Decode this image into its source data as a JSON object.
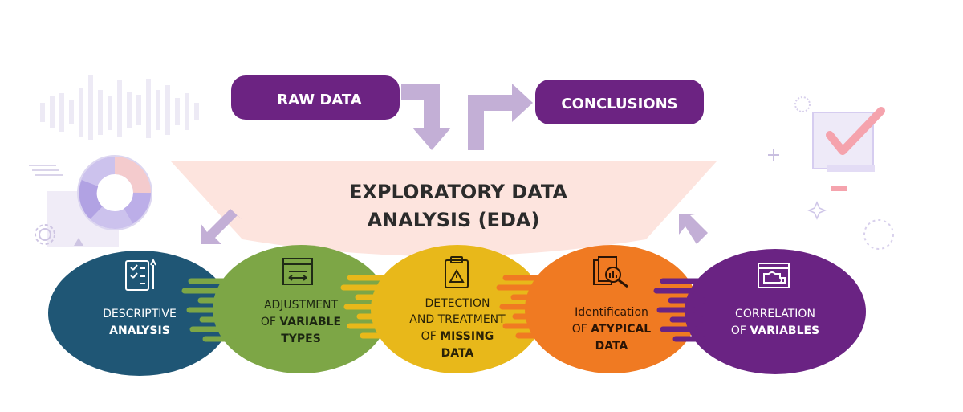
{
  "top": {
    "raw_data": "RAW DATA",
    "conclusions": "CONCLUSIONS"
  },
  "center": {
    "title_line1": "EXPLORATORY DATA",
    "title_line2": "ANALYSIS (EDA)"
  },
  "steps": [
    {
      "line1_light": "DESCRIPTIVE",
      "line2_bold": "ANALYSIS",
      "color": "#1f5675",
      "icon": "checklist-icon"
    },
    {
      "line1_light": "ADJUSTMENT",
      "line2_light": "OF",
      "line2_bold": "VARIABLE",
      "line3_bold": "TYPES",
      "color": "#7da646",
      "icon": "slider-window-icon"
    },
    {
      "line1_light": "DETECTION",
      "line2_light": "AND TREATMENT",
      "line3_light": "OF",
      "line3_bold": "MISSING",
      "line4_bold": "DATA",
      "color": "#e8b81a",
      "icon": "clipboard-warning-icon"
    },
    {
      "line1_light": "Identification",
      "line2_light": "OF",
      "line2_bold": "ATYPICAL",
      "line3_bold": "DATA",
      "color": "#f07a22",
      "icon": "magnifier-docs-icon"
    },
    {
      "line1_light": "CORRELATION",
      "line2_light": "OF",
      "line2_bold": "VARIABLES",
      "color": "#6a2383",
      "icon": "puzzle-window-icon"
    }
  ],
  "colors": {
    "purple": "#6c2382",
    "arrow": "#c3afd6",
    "funnel": "#fde4de",
    "navy": "#1f5675",
    "green": "#7da646",
    "yellow": "#e8b81a",
    "orange": "#f07a22",
    "violet": "#6a2383",
    "accent_pink": "#f5a3ad"
  }
}
